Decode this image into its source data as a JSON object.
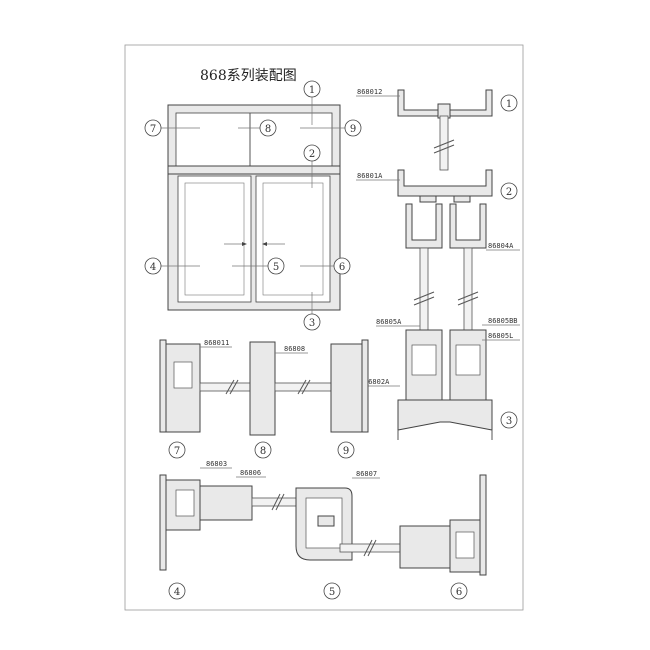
{
  "title": "868系列装配图",
  "circled": {
    "n1": "1",
    "n2": "2",
    "n3": "3",
    "n4": "4",
    "n5": "5",
    "n6": "6",
    "n7": "7",
    "n8": "8",
    "n9": "9"
  },
  "parts": {
    "p868012": "868012",
    "p86801A": "86801A",
    "p86804A": "86804A",
    "p86805A": "86805A",
    "p86805BB": "86805BB",
    "p86805L": "86805L",
    "p86802A": "86802A",
    "p868011": "868011",
    "p86808": "86808",
    "p86803": "86803",
    "p86806": "86806",
    "p86807": "86807"
  },
  "colors": {
    "line": "#444444",
    "fill": "#e9e9e9",
    "paper": "#ffffff"
  }
}
